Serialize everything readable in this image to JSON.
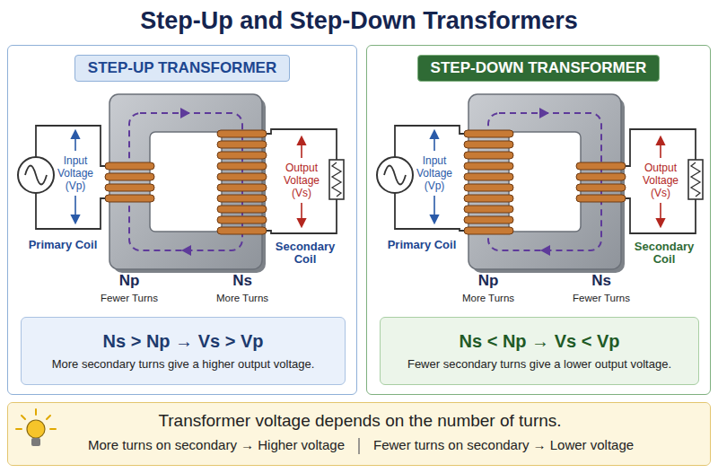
{
  "diagram": {
    "title": "Step-Up and Step-Down Transformers",
    "nodes": [
      {
        "text": [
          "STEP-UP TRANSFORMER"
        ]
      },
      {
        "text": [
          "Ns > Np → Vs > Vp",
          "More secondary turns give a higher output voltage."
        ],
        "in": 0
      },
      {
        "text": [
          "STEP-DOWN TRANSFORMER"
        ]
      },
      {
        "text": [
          "Ns < Np → Vs < Vp",
          "Fewer secondary turns give a lower output voltage."
        ],
        "in": 2
      },
      {
        "text": [
          "Transformer voltage depends on the number of turns.",
          "More turns on secondary → Higher voltage",
          "Fewer turns on secondary → Lower voltage"
        ]
      }
    ],
    "labels": [
      "Input Voltage (Vp)",
      "Output Voltage (Vs)",
      "Primary Coil",
      "Secondary Coil",
      "Np",
      "Fewer Turns",
      "Ns",
      "More Turns",
      "Input Voltage (Vp)",
      "Output Voltage (Vs)",
      "Primary Coil",
      "Secondary Coil",
      "Np",
      "More Turns",
      "Ns",
      "Fewer Turns"
    ]
  }
}
